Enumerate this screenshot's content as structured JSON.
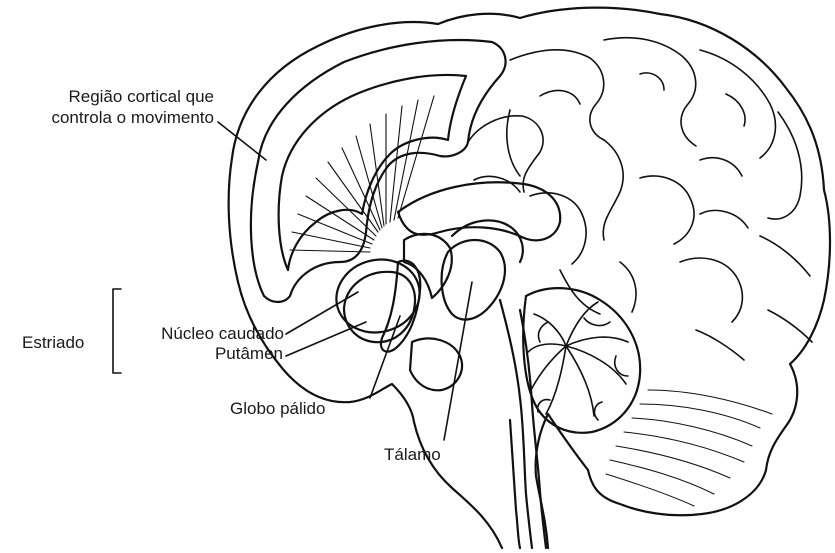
{
  "labels": {
    "cortex_line1": "Região cortical que",
    "cortex_line2": "controla o movimento",
    "estriado": "Estriado",
    "nucleo_caudado": "Núcleo caudado",
    "putamen": "Putâmen",
    "globo_palido": "Globo pálido",
    "talamo": "Tálamo"
  },
  "colors": {
    "stroke": "#111111",
    "background": "#ffffff",
    "text": "#1a1a1a"
  }
}
